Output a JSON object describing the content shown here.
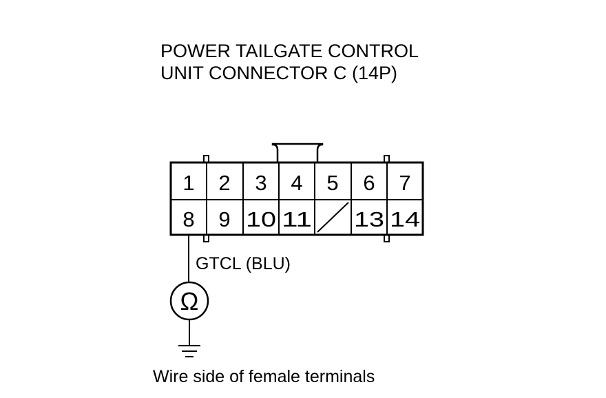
{
  "title": {
    "line1": "POWER TAILGATE CONTROL",
    "line2": "UNIT CONNECTOR C (14P)"
  },
  "connector": {
    "top_row": [
      "1",
      "2",
      "3",
      "4",
      "5",
      "6",
      "7"
    ],
    "bottom_row": [
      "8",
      "9",
      "10",
      "11",
      "",
      "13",
      "14"
    ],
    "empty_cavity_column": 4
  },
  "wire_label": "GTCL (BLU)",
  "meter_symbol": "Ω",
  "caption": "Wire side of female terminals",
  "icons": {
    "meter": "ohmmeter-icon",
    "ground": "ground-icon",
    "empty_cavity": "empty-cavity-slash"
  }
}
